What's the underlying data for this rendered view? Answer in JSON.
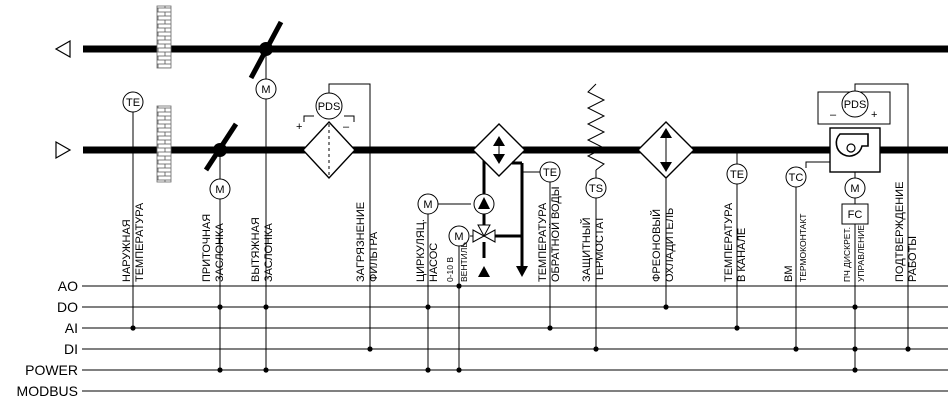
{
  "symbols": {
    "te": "TE",
    "ts": "TS",
    "tc": "TC",
    "m": "M",
    "pds": "PDS",
    "fc": "FC",
    "plus": "+",
    "minus": "–"
  },
  "buses": [
    "AO",
    "DO",
    "AI",
    "DI",
    "POWER",
    "MODBUS"
  ],
  "labels": {
    "outdoor_temp": [
      "НАРУЖНАЯ",
      "ТЕМПЕРАТУРА"
    ],
    "supply_damper": [
      "ПРИТОЧНАЯ",
      "ЗАСЛОНКА"
    ],
    "exhaust_damper": [
      "ВЫТЯЖНАЯ",
      "ЗАСЛОНКА"
    ],
    "filter_dirty": [
      "ЗАГРЯЗНЕНИЕ",
      "ФИЛЬТРА"
    ],
    "circ_pump": [
      "ЦИРКУЛЯЦ.",
      "НАСОС"
    ],
    "valve_range": "0-10 В",
    "valve": "ВЕНТИЛЬ",
    "return_water_temp": [
      "ТЕМПЕРАТУРА",
      "ОБРАТНОЙ ВОДЫ"
    ],
    "frost_thermostat": [
      "ЗАЩИТНЫЙ",
      "ТЕРМОСТАТ"
    ],
    "freon_cooler": [
      "ФРЕОНОВЫЙ",
      "ОХЛАДИТЕЛЬ"
    ],
    "duct_temp": [
      "ТЕМПЕРАТУРА",
      "В КАНАЛЕ"
    ],
    "vm": "ВМ",
    "thermocontact": "ТЕРМОКОНТАКТ",
    "fc_discrete": "ПЧ ДИСКРЕТ.",
    "fc_control": "УПРАВЛЕНИЕ",
    "run_confirm": [
      "ПОДТВЕРЖДЕНИЕ",
      "РАБОТЫ"
    ]
  }
}
